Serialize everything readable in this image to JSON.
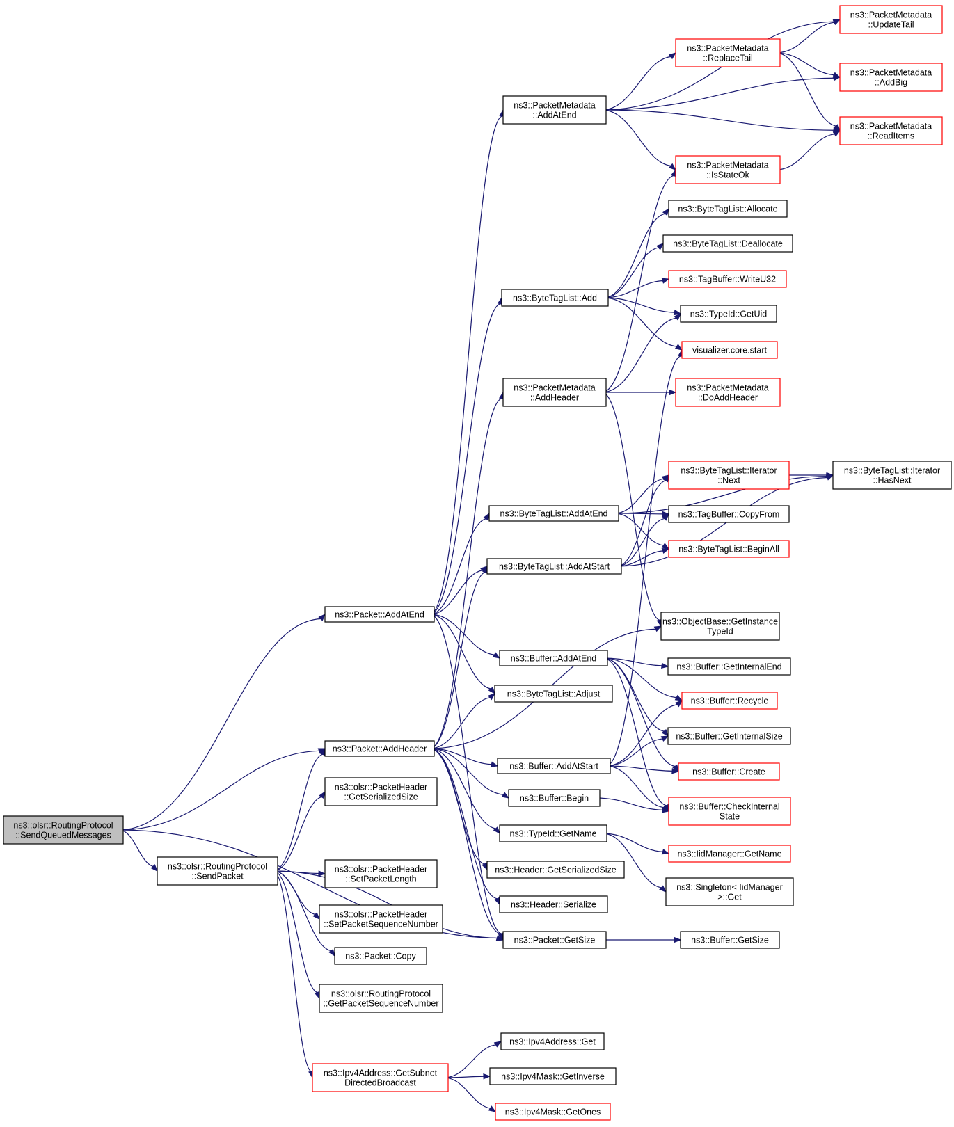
{
  "graph": {
    "colors": {
      "edge": "#191970",
      "border_normal": "#000000",
      "border_truncated": "#ff0000",
      "root_fill": "#bfbfbf"
    },
    "nodes": [
      {
        "id": "root",
        "lines": [
          "ns3::olsr::RoutingProtocol",
          "::SendQueuedMessages"
        ],
        "style": "root"
      },
      {
        "id": "sendPacket",
        "lines": [
          "ns3::olsr::RoutingProtocol",
          "::SendPacket"
        ],
        "style": "black"
      },
      {
        "id": "pktAddAtEnd",
        "lines": [
          "ns3::Packet::AddAtEnd"
        ],
        "style": "black"
      },
      {
        "id": "pktAddHeader",
        "lines": [
          "ns3::Packet::AddHeader"
        ],
        "style": "black"
      },
      {
        "id": "phGetSer",
        "lines": [
          "ns3::olsr::PacketHeader",
          "::GetSerializedSize"
        ],
        "style": "black"
      },
      {
        "id": "phSetLen",
        "lines": [
          "ns3::olsr::PacketHeader",
          "::SetPacketLength"
        ],
        "style": "black"
      },
      {
        "id": "phSetSeq",
        "lines": [
          "ns3::olsr::PacketHeader",
          "::SetPacketSequenceNumber"
        ],
        "style": "black"
      },
      {
        "id": "pktCopy",
        "lines": [
          "ns3::Packet::Copy"
        ],
        "style": "black"
      },
      {
        "id": "rpGetSeq",
        "lines": [
          "ns3::olsr::RoutingProtocol",
          "::GetPacketSequenceNumber"
        ],
        "style": "black"
      },
      {
        "id": "ipv4Subnet",
        "lines": [
          "ns3::Ipv4Address::GetSubnet",
          "DirectedBroadcast"
        ],
        "style": "red"
      },
      {
        "id": "pmAddAtEnd",
        "lines": [
          "ns3::PacketMetadata",
          "::AddAtEnd"
        ],
        "style": "black"
      },
      {
        "id": "btlAdd",
        "lines": [
          "ns3::ByteTagList::Add"
        ],
        "style": "black"
      },
      {
        "id": "pmAddHeader",
        "lines": [
          "ns3::PacketMetadata",
          "::AddHeader"
        ],
        "style": "black"
      },
      {
        "id": "btlAddAtEnd",
        "lines": [
          "ns3::ByteTagList::AddAtEnd"
        ],
        "style": "black"
      },
      {
        "id": "btlAddAtStart",
        "lines": [
          "ns3::ByteTagList::AddAtStart"
        ],
        "style": "black"
      },
      {
        "id": "bufAddAtEnd",
        "lines": [
          "ns3::Buffer::AddAtEnd"
        ],
        "style": "black"
      },
      {
        "id": "btlAdjust",
        "lines": [
          "ns3::ByteTagList::Adjust"
        ],
        "style": "black"
      },
      {
        "id": "bufAddAtStart",
        "lines": [
          "ns3::Buffer::AddAtStart"
        ],
        "style": "black"
      },
      {
        "id": "bufBegin",
        "lines": [
          "ns3::Buffer::Begin"
        ],
        "style": "black"
      },
      {
        "id": "tidGetName",
        "lines": [
          "ns3::TypeId::GetName"
        ],
        "style": "black"
      },
      {
        "id": "hdrGetSer",
        "lines": [
          "ns3::Header::GetSerializedSize"
        ],
        "style": "black"
      },
      {
        "id": "hdrSerialize",
        "lines": [
          "ns3::Header::Serialize"
        ],
        "style": "black"
      },
      {
        "id": "pktGetSize",
        "lines": [
          "ns3::Packet::GetSize"
        ],
        "style": "black"
      },
      {
        "id": "ipv4Get",
        "lines": [
          "ns3::Ipv4Address::Get"
        ],
        "style": "black"
      },
      {
        "id": "maskInverse",
        "lines": [
          "ns3::Ipv4Mask::GetInverse"
        ],
        "style": "black"
      },
      {
        "id": "maskOnes",
        "lines": [
          "ns3::Ipv4Mask::GetOnes"
        ],
        "style": "red"
      },
      {
        "id": "pmReplaceTail",
        "lines": [
          "ns3::PacketMetadata",
          "::ReplaceTail"
        ],
        "style": "red"
      },
      {
        "id": "pmIsStateOk",
        "lines": [
          "ns3::PacketMetadata",
          "::IsStateOk"
        ],
        "style": "red"
      },
      {
        "id": "btlAllocate",
        "lines": [
          "ns3::ByteTagList::Allocate"
        ],
        "style": "black"
      },
      {
        "id": "btlDeallocate",
        "lines": [
          "ns3::ByteTagList::Deallocate"
        ],
        "style": "black"
      },
      {
        "id": "tbWriteU32",
        "lines": [
          "ns3::TagBuffer::WriteU32"
        ],
        "style": "red"
      },
      {
        "id": "tidGetUid",
        "lines": [
          "ns3::TypeId::GetUid"
        ],
        "style": "black"
      },
      {
        "id": "vizStart",
        "lines": [
          "visualizer.core.start"
        ],
        "style": "red"
      },
      {
        "id": "pmDoAddHeader",
        "lines": [
          "ns3::PacketMetadata",
          "::DoAddHeader"
        ],
        "style": "red"
      },
      {
        "id": "btlIterNext",
        "lines": [
          "ns3::ByteTagList::Iterator",
          "::Next"
        ],
        "style": "red"
      },
      {
        "id": "tbCopyFrom",
        "lines": [
          "ns3::TagBuffer::CopyFrom"
        ],
        "style": "black"
      },
      {
        "id": "btlBeginAll",
        "lines": [
          "ns3::ByteTagList::BeginAll"
        ],
        "style": "red"
      },
      {
        "id": "obGetTid",
        "lines": [
          "ns3::ObjectBase::GetInstance",
          "TypeId"
        ],
        "style": "black"
      },
      {
        "id": "bufGetIntEnd",
        "lines": [
          "ns3::Buffer::GetInternalEnd"
        ],
        "style": "black"
      },
      {
        "id": "bufRecycle",
        "lines": [
          "ns3::Buffer::Recycle"
        ],
        "style": "red"
      },
      {
        "id": "bufGetIntSize",
        "lines": [
          "ns3::Buffer::GetInternalSize"
        ],
        "style": "black"
      },
      {
        "id": "bufCreate",
        "lines": [
          "ns3::Buffer::Create"
        ],
        "style": "red"
      },
      {
        "id": "bufCheckInt",
        "lines": [
          "ns3::Buffer::CheckInternal",
          "State"
        ],
        "style": "red"
      },
      {
        "id": "iidGetName",
        "lines": [
          "ns3::IidManager::GetName"
        ],
        "style": "red"
      },
      {
        "id": "singletonGet",
        "lines": [
          "ns3::Singleton< IidManager",
          ">::Get"
        ],
        "style": "black"
      },
      {
        "id": "bufGetSize",
        "lines": [
          "ns3::Buffer::GetSize"
        ],
        "style": "black"
      },
      {
        "id": "pmUpdateTail",
        "lines": [
          "ns3::PacketMetadata",
          "::UpdateTail"
        ],
        "style": "red"
      },
      {
        "id": "pmAddBig",
        "lines": [
          "ns3::PacketMetadata",
          "::AddBig"
        ],
        "style": "red"
      },
      {
        "id": "pmReadItems",
        "lines": [
          "ns3::PacketMetadata",
          "::ReadItems"
        ],
        "style": "red"
      },
      {
        "id": "btlIterHasNext",
        "lines": [
          "ns3::ByteTagList::Iterator",
          "::HasNext"
        ],
        "style": "black"
      }
    ],
    "edges": [
      [
        "root",
        "pktAddAtEnd"
      ],
      [
        "root",
        "pktAddHeader"
      ],
      [
        "root",
        "sendPacket"
      ],
      [
        "root",
        "pktGetSize"
      ],
      [
        "sendPacket",
        "pktAddHeader"
      ],
      [
        "sendPacket",
        "phGetSer"
      ],
      [
        "sendPacket",
        "phSetLen"
      ],
      [
        "sendPacket",
        "phSetSeq"
      ],
      [
        "sendPacket",
        "pktCopy"
      ],
      [
        "sendPacket",
        "rpGetSeq"
      ],
      [
        "sendPacket",
        "ipv4Subnet"
      ],
      [
        "sendPacket",
        "pktGetSize"
      ],
      [
        "pktAddAtEnd",
        "pmAddAtEnd"
      ],
      [
        "pktAddAtEnd",
        "btlAdd"
      ],
      [
        "pktAddAtEnd",
        "btlAddAtEnd"
      ],
      [
        "pktAddAtEnd",
        "btlAddAtStart"
      ],
      [
        "pktAddAtEnd",
        "bufAddAtEnd"
      ],
      [
        "pktAddAtEnd",
        "btlAdjust"
      ],
      [
        "pktAddAtEnd",
        "pktGetSize"
      ],
      [
        "pktAddHeader",
        "pmAddHeader"
      ],
      [
        "pktAddHeader",
        "btlAddAtStart"
      ],
      [
        "pktAddHeader",
        "btlAdjust"
      ],
      [
        "pktAddHeader",
        "obGetTid"
      ],
      [
        "pktAddHeader",
        "bufAddAtStart"
      ],
      [
        "pktAddHeader",
        "bufBegin"
      ],
      [
        "pktAddHeader",
        "tidGetName"
      ],
      [
        "pktAddHeader",
        "hdrGetSer"
      ],
      [
        "pktAddHeader",
        "hdrSerialize"
      ],
      [
        "pktAddHeader",
        "pktGetSize"
      ],
      [
        "pmAddAtEnd",
        "pmUpdateTail"
      ],
      [
        "pmAddAtEnd",
        "pmReplaceTail"
      ],
      [
        "pmAddAtEnd",
        "pmAddBig"
      ],
      [
        "pmAddAtEnd",
        "pmReadItems"
      ],
      [
        "pmAddAtEnd",
        "pmIsStateOk"
      ],
      [
        "pmReplaceTail",
        "pmUpdateTail"
      ],
      [
        "pmReplaceTail",
        "pmAddBig"
      ],
      [
        "pmReplaceTail",
        "pmReadItems"
      ],
      [
        "pmIsStateOk",
        "pmReadItems"
      ],
      [
        "btlAdd",
        "btlAllocate"
      ],
      [
        "btlAdd",
        "btlDeallocate"
      ],
      [
        "btlAdd",
        "tbWriteU32"
      ],
      [
        "btlAdd",
        "tidGetUid"
      ],
      [
        "btlAdd",
        "vizStart"
      ],
      [
        "pmAddHeader",
        "pmIsStateOk"
      ],
      [
        "pmAddHeader",
        "tidGetUid"
      ],
      [
        "pmAddHeader",
        "pmDoAddHeader"
      ],
      [
        "pmAddHeader",
        "obGetTid"
      ],
      [
        "btlAddAtEnd",
        "btlIterNext"
      ],
      [
        "btlAddAtEnd",
        "tbCopyFrom"
      ],
      [
        "btlAddAtEnd",
        "btlBeginAll"
      ],
      [
        "btlAddAtEnd",
        "btlIterHasNext"
      ],
      [
        "btlAddAtStart",
        "btlIterNext"
      ],
      [
        "btlAddAtStart",
        "tbCopyFrom"
      ],
      [
        "btlAddAtStart",
        "btlBeginAll"
      ],
      [
        "btlAddAtStart",
        "btlIterHasNext"
      ],
      [
        "btlIterNext",
        "btlIterHasNext"
      ],
      [
        "bufAddAtEnd",
        "bufGetIntEnd"
      ],
      [
        "bufAddAtEnd",
        "bufRecycle"
      ],
      [
        "bufAddAtEnd",
        "bufGetIntSize"
      ],
      [
        "bufAddAtEnd",
        "bufCreate"
      ],
      [
        "bufAddAtEnd",
        "bufCheckInt"
      ],
      [
        "bufAddAtStart",
        "vizStart"
      ],
      [
        "bufAddAtStart",
        "bufRecycle"
      ],
      [
        "bufAddAtStart",
        "bufGetIntSize"
      ],
      [
        "bufAddAtStart",
        "bufCreate"
      ],
      [
        "bufAddAtStart",
        "bufCheckInt"
      ],
      [
        "bufBegin",
        "bufCheckInt"
      ],
      [
        "tidGetName",
        "iidGetName"
      ],
      [
        "tidGetName",
        "singletonGet"
      ],
      [
        "pktGetSize",
        "bufGetSize"
      ],
      [
        "ipv4Subnet",
        "ipv4Get"
      ],
      [
        "ipv4Subnet",
        "maskInverse"
      ],
      [
        "ipv4Subnet",
        "maskOnes"
      ]
    ]
  }
}
